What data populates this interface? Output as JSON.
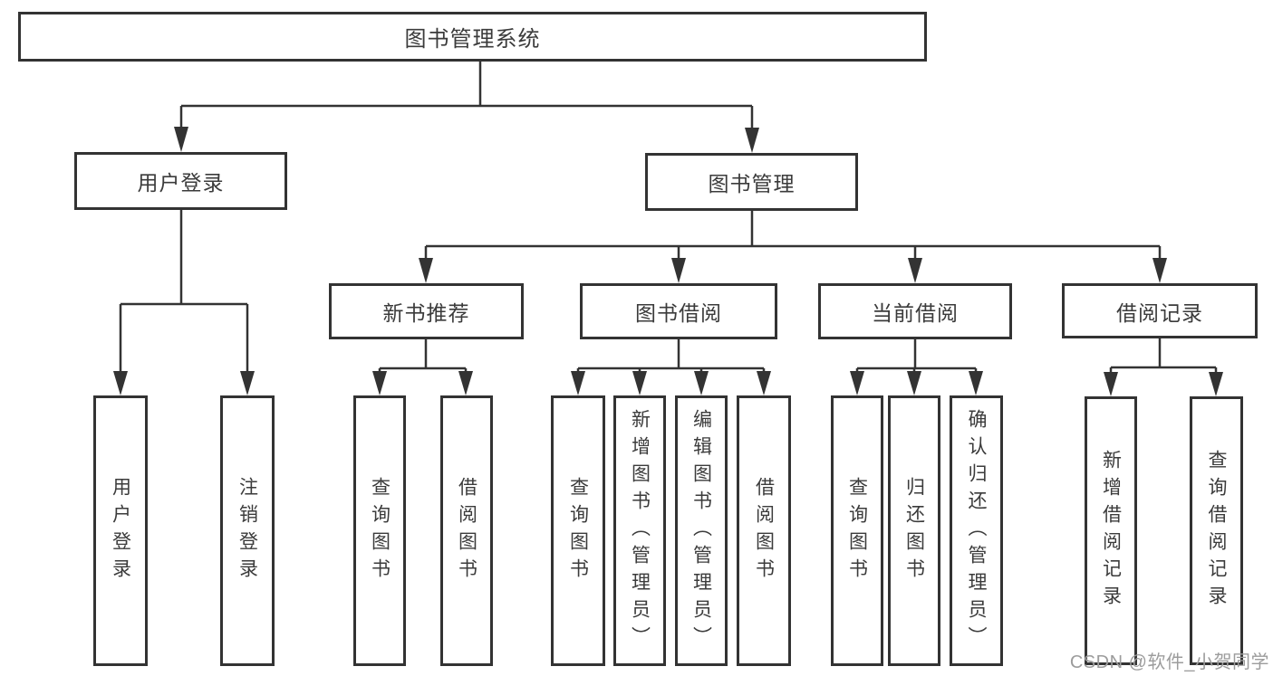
{
  "nodes": {
    "root": "图书管理系统",
    "user_login": "用户登录",
    "book_mgmt": "图书管理",
    "new_book_rec": "新书推荐",
    "book_borrow": "图书借阅",
    "current_borrow": "当前借阅",
    "borrow_records": "借阅记录",
    "leaf_user_login": "用户登录",
    "leaf_logout": "注销登录",
    "leaf_query_books_rec": "查询图书",
    "leaf_borrow_books_rec": "借阅图书",
    "leaf_query_books_borrow": "查询图书",
    "leaf_add_books": "新增图书（管理员）",
    "leaf_edit_books": "编辑图书（管理员）",
    "leaf_borrow_books_borrow": "借阅图书",
    "leaf_query_books_current": "查询图书",
    "leaf_return_books": "归还图书",
    "leaf_confirm_return": "确认归还（管理员）",
    "leaf_add_borrow_record": "新增借阅记录",
    "leaf_query_borrow_record": "查询借阅记录"
  },
  "hierarchy": {
    "图书管理系统": {
      "用户登录": [
        "用户登录",
        "注销登录"
      ],
      "图书管理": {
        "新书推荐": [
          "查询图书",
          "借阅图书"
        ],
        "图书借阅": [
          "查询图书",
          "新增图书（管理员）",
          "编辑图书（管理员）",
          "借阅图书"
        ],
        "当前借阅": [
          "查询图书",
          "归还图书",
          "确认归还（管理员）"
        ],
        "借阅记录": [
          "新增借阅记录",
          "查询借阅记录"
        ]
      }
    }
  },
  "watermark": {
    "text": "CSDN @软件_小贺同学"
  },
  "colors": {
    "background": "#ffffff",
    "line": "#333333",
    "box_border": "#333333",
    "text": "#3b3b3b",
    "watermark": "#9c9c9c"
  }
}
